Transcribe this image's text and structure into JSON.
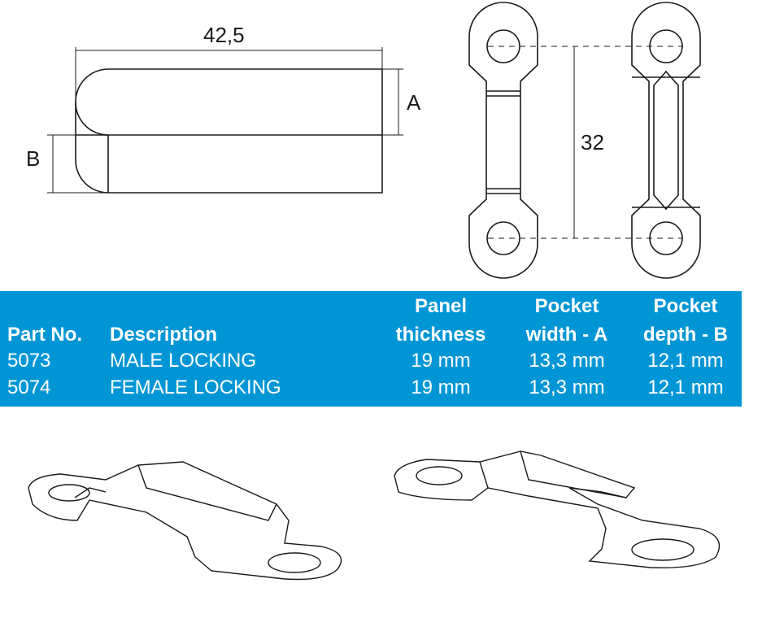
{
  "dimensions": {
    "length": "42,5",
    "a_label": "A",
    "b_label": "B",
    "hole_spacing": "32"
  },
  "table": {
    "headers": {
      "part_no": "Part No.",
      "description": "Description",
      "panel_1": "Panel",
      "panel_2": "thickness",
      "width_1": "Pocket",
      "width_2": "width - A",
      "depth_1": "Pocket",
      "depth_2": "depth - B"
    },
    "rows": [
      {
        "part_no": "5073",
        "description": "MALE LOCKING",
        "panel": "19 mm",
        "width": "13,3 mm",
        "depth": "12,1 mm"
      },
      {
        "part_no": "5074",
        "description": "FEMALE LOCKING",
        "panel": "19 mm",
        "width": "13,3 mm",
        "depth": "12,1 mm"
      }
    ]
  },
  "colors": {
    "table_bg": "#0096d6",
    "line": "#1a1a1a"
  }
}
